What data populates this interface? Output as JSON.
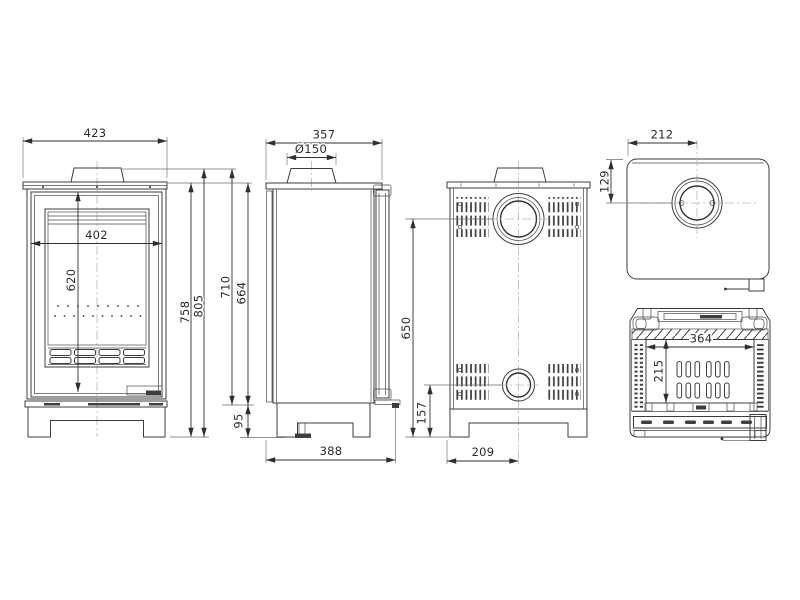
{
  "drawing": {
    "style": {
      "line_color": "#3c3c3c",
      "dim_text_color": "#2b2b2b",
      "background": "#ffffff"
    },
    "front_view": {
      "overall_width": "423",
      "door_width": "402",
      "door_height": "620",
      "body_height": "758",
      "total_height": "805"
    },
    "side_view": {
      "top_depth": "357",
      "flue_diameter": "Ø150",
      "height_over_collar": "710",
      "body_height_above_base": "664",
      "base_height": "95",
      "base_depth": "388"
    },
    "rear_view": {
      "flue_centre_height": "650",
      "inlet_centre_height": "157",
      "flue_centre_offset": "209"
    },
    "top_view": {
      "flue_centre_from_side": "212",
      "flue_centre_from_rear": "129"
    },
    "firebox_view": {
      "opening_width": "364",
      "opening_height": "215"
    }
  }
}
